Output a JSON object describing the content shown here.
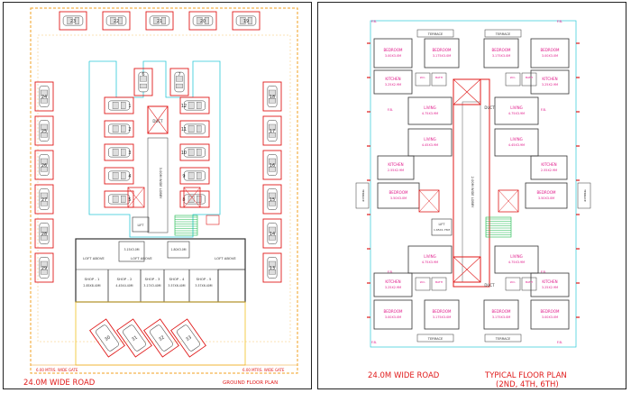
{
  "ground_plan": {
    "road_label": "24.0M WIDE ROAD",
    "plan_title": "GROUND FLOOR PLAN",
    "margin_label_left": "6.00 MTRS. WIDE GATE",
    "margin_label_right": "6.00 MTRS. WIDE GATE",
    "top_parking_numbers": [
      "23",
      "22",
      "21",
      "20",
      "19"
    ],
    "left_parking_numbers": [
      "24",
      "25",
      "26",
      "27",
      "28",
      "29"
    ],
    "right_parking_numbers": [
      "18",
      "17",
      "16",
      "15",
      "14",
      "13"
    ],
    "inner_left_parking_numbers": [
      "1",
      "2",
      "3",
      "4",
      "5"
    ],
    "inner_right_parking_numbers": [
      "12",
      "11",
      "10",
      "9",
      "8"
    ],
    "inner_top_parking_numbers": [
      "6",
      "7"
    ],
    "bottom_parking_numbers": [
      "30",
      "31",
      "32",
      "33"
    ],
    "duct_label": "DUCT",
    "lobby_label": "3.00M WIDE LOBBY",
    "lift_label": "LIFT",
    "loft_labels": [
      "LOFT ABOVE",
      "LOFT ABOVE",
      "LOFT ABOVE"
    ],
    "shops": [
      {
        "name": "SHOP - 1",
        "area": "2.85X8.40M"
      },
      {
        "name": "SHOP - 2",
        "area": "4.45X4.40M"
      },
      {
        "name": "SHOP - 3",
        "area": "3.17X3.40M"
      },
      {
        "name": "SHOP - 4",
        "area": "3.57X6.40M"
      },
      {
        "name": "SHOP - 5",
        "area": "3.57X6.40M"
      }
    ],
    "shop_3_dim": "3.15X3.0M",
    "shop_room_dim": "1.80X3.0M"
  },
  "typical_plan": {
    "road_label": "24.0M WIDE ROAD",
    "plan_title": "TYPICAL FLOOR PLAN",
    "plan_subtitle": "(2ND, 4TH, 6TH)",
    "terrace_label": "TERRACE",
    "fb_label": "F.B.",
    "duct_label": "DUCT",
    "lobby_label": "2.00M WIDE LOBBY",
    "lift_label": "LIFT",
    "lift_dim": "1.65X1.75M",
    "bedrooms": [
      {
        "name": "BEDROOM",
        "dim": "3.00X3.0M"
      },
      {
        "name": "BEDROOM",
        "dim": "3.175X3.0M"
      },
      {
        "name": "BEDROOM",
        "dim": "3.175X3.0M"
      },
      {
        "name": "BEDROOM",
        "dim": "3.00X3.0M"
      },
      {
        "name": "BEDROOM",
        "dim": "3.50X3.0M"
      },
      {
        "name": "BEDROOM",
        "dim": "3.50X3.0M"
      },
      {
        "name": "BEDROOM",
        "dim": "3.00X3.0M"
      },
      {
        "name": "BEDROOM",
        "dim": "3.175X3.0M"
      },
      {
        "name": "BEDROOM",
        "dim": "3.175X3.0M"
      },
      {
        "name": "BEDROOM",
        "dim": "3.00X3.0M"
      }
    ],
    "kitchens": [
      {
        "name": "KITCHEN",
        "dim": "3.25X2.9M"
      },
      {
        "name": "KITCHEN",
        "dim": "3.25X2.9M"
      },
      {
        "name": "KITCHEN",
        "dim": "2.55X2.9M"
      },
      {
        "name": "KITCHEN",
        "dim": "2.55X2.9M"
      },
      {
        "name": "KITCHEN",
        "dim": "3.25X2.9M"
      },
      {
        "name": "KITCHEN",
        "dim": "3.25X2.9M"
      }
    ],
    "livings": [
      {
        "name": "LIVING",
        "dim": "4.75X3.9M"
      },
      {
        "name": "LIVING",
        "dim": "4.75X3.9M"
      },
      {
        "name": "LIVING",
        "dim": "4.45X3.9M"
      },
      {
        "name": "LIVING",
        "dim": "4.45X3.9M"
      },
      {
        "name": "LIVING",
        "dim": "4.75X3.9M"
      },
      {
        "name": "LIVING",
        "dim": "4.75X3.9M"
      }
    ],
    "wc_label": "W.C.",
    "bath_label": "BATH"
  }
}
